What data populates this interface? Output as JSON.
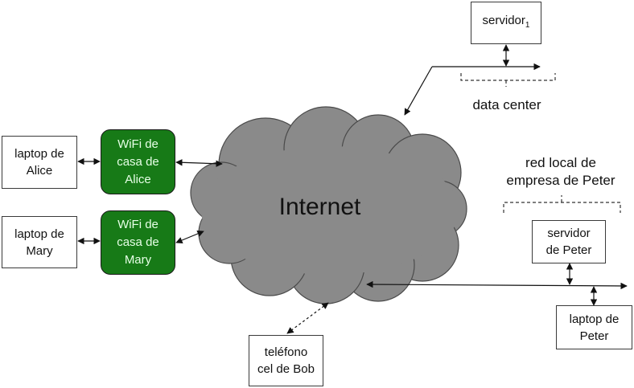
{
  "internet": {
    "label": "Internet"
  },
  "servidor1": {
    "text": "servidor",
    "sub": "1"
  },
  "data_center": {
    "label": "data center"
  },
  "laptop_alice": {
    "line1": "laptop de",
    "line2": "Alice"
  },
  "wifi_alice": {
    "line1": "WiFi de",
    "line2": "casa de",
    "line3": "Alice"
  },
  "laptop_mary": {
    "line1": "laptop de",
    "line2": "Mary"
  },
  "wifi_mary": {
    "line1": "WiFi de",
    "line2": "casa de",
    "line3": "Mary"
  },
  "red_local": {
    "line1": "red local de",
    "line2": "empresa de Peter"
  },
  "servidor_peter": {
    "line1": "servidor",
    "line2": "de Peter"
  },
  "laptop_peter": {
    "line1": "laptop de",
    "line2": "Peter"
  },
  "telefono_bob": {
    "line1": "teléfono",
    "line2": "cel de Bob"
  },
  "colors": {
    "cloud": "#8a8a8a",
    "wifi_fill": "#177a17",
    "wifi_text": "#e6ffe6"
  }
}
